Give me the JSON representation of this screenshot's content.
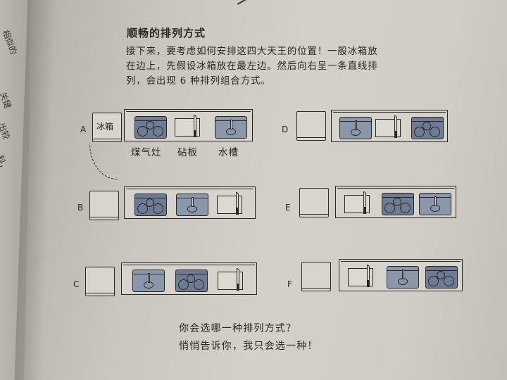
{
  "page": {
    "title": "顺畅的排列方式",
    "paragraph_lines": [
      "接下来，要考虑如何安排这四大天王的位置！一般冰箱放",
      "在边上，先假设冰箱放在最左边。然后向右呈一条直线排",
      "列，会出现 6 种排列组合方式。"
    ],
    "left_page_fragments": [
      "相似的",
      "关键",
      "出较",
      "料，"
    ]
  },
  "diagram": {
    "fridge_label": "冰箱",
    "captions": {
      "stove": "煤气灶",
      "board": "砧板",
      "sink": "水槽"
    },
    "colors": {
      "stove": "#6e7b95",
      "sink": "#8a96aa",
      "outline": "#2a2724",
      "paper": "#d3d0c9"
    },
    "options": [
      {
        "label": "A",
        "order": [
          "stove",
          "board",
          "sink"
        ]
      },
      {
        "label": "B",
        "order": [
          "stove",
          "sink",
          "board"
        ]
      },
      {
        "label": "C",
        "order": [
          "sink",
          "stove",
          "board"
        ]
      },
      {
        "label": "D",
        "order": [
          "sink",
          "board",
          "stove"
        ]
      },
      {
        "label": "E",
        "order": [
          "board",
          "stove",
          "sink"
        ]
      },
      {
        "label": "F",
        "order": [
          "board",
          "sink",
          "stove"
        ]
      }
    ]
  },
  "footer": {
    "question_line1": "你会选哪一种排列方式？",
    "question_line2": "悄悄告诉你，我只会选一种！"
  }
}
